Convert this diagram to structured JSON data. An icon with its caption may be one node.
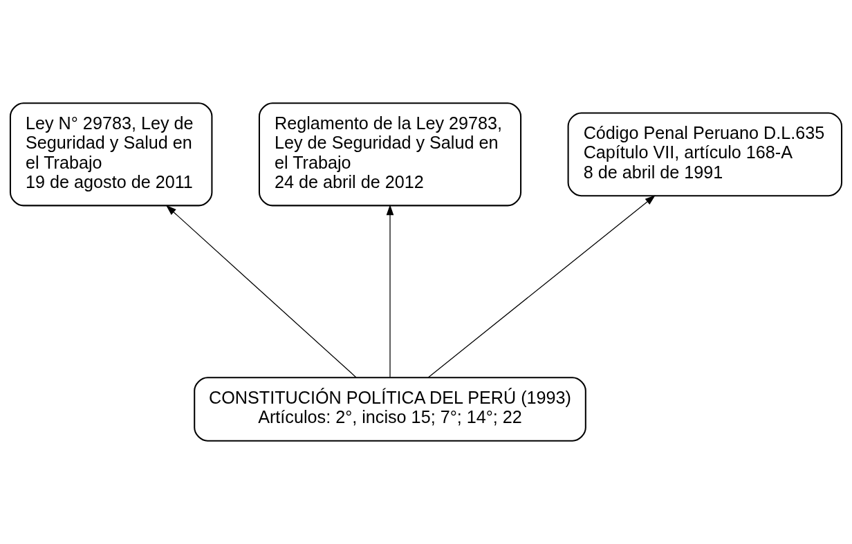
{
  "diagram": {
    "nodes": [
      {
        "text": [
          "Ley N° 29783, Ley de Seguridad y Salud en el Trabajo",
          "19 de agosto de 2011"
        ]
      },
      {
        "text": [
          "Reglamento de la Ley 29783, Ley de Seguridad y Salud en el Trabajo",
          "24 de abril de 2012"
        ]
      },
      {
        "text": [
          "Código Penal Peruano D.L.635 Capítulo VII, artículo 168-A",
          "8 de abril de 1991"
        ]
      },
      {
        "text": [
          "CONSTITUCIÓN POLÍTICA DEL PERÚ (1993)",
          "Artículos: 2°, inciso 15; 7°; 14°; 22"
        ]
      }
    ],
    "edges": [
      {
        "from": 3,
        "to": 0,
        "arrow": "to"
      },
      {
        "from": 3,
        "to": 1,
        "arrow": "to"
      },
      {
        "from": 3,
        "to": 2,
        "arrow": "to"
      }
    ]
  }
}
